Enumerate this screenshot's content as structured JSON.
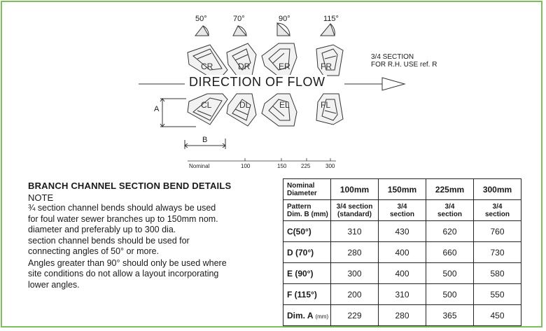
{
  "diagram": {
    "angles": [
      "50°",
      "70°",
      "90°",
      "115°"
    ],
    "right_pieces": [
      "CR",
      "DR",
      "ER",
      "FR"
    ],
    "left_pieces": [
      "CL",
      "DL",
      "EL",
      "FL"
    ],
    "flow_title": "DIRECTION OF FLOW",
    "section_note_line1": "3/4 SECTION",
    "section_note_line2": "FOR R.H. USE ref. R",
    "dim_a": "A",
    "dim_b": "B",
    "scale": [
      "Nominal",
      "100",
      "150",
      "225",
      "300"
    ]
  },
  "details": {
    "heading": "BRANCH CHANNEL SECTION BEND DETAILS",
    "note_label": "NOTE",
    "lines": [
      "¾ section channel bends should always be used",
      "for foul water sewer branches up to 150mm nom.",
      "diameter and preferably up to 300 dia.",
      "section channel bends should be used for",
      "connecting angles of 50° or more.",
      "Angles greater than 90° should only be used where",
      "site conditions do not allow a layout incorporating",
      "lower angles."
    ]
  },
  "table": {
    "header_label_1": "Nominal",
    "header_label_2": "Diameter",
    "columns": [
      "100mm",
      "150mm",
      "225mm",
      "300mm"
    ],
    "pattern_label_1": "Pattern",
    "pattern_label_2": "Dim. B (mm)",
    "pattern_values": [
      {
        "l1": "3/4 section",
        "l2": "(standard)"
      },
      {
        "l1": "3/4",
        "l2": "section"
      },
      {
        "l1": "3/4",
        "l2": "section"
      },
      {
        "l1": "3/4",
        "l2": "section"
      }
    ],
    "rows": [
      {
        "label": "C(50°)",
        "unit": "",
        "values": [
          "310",
          "430",
          "620",
          "760"
        ]
      },
      {
        "label": "D (70°)",
        "unit": "",
        "values": [
          "280",
          "400",
          "660",
          "730"
        ]
      },
      {
        "label": "E (90°)",
        "unit": "",
        "values": [
          "300",
          "400",
          "500",
          "580"
        ]
      },
      {
        "label": "F (115°)",
        "unit": "",
        "values": [
          "200",
          "310",
          "500",
          "550"
        ]
      },
      {
        "label": "Dim. A",
        "unit": "(mm)",
        "values": [
          "229",
          "280",
          "365",
          "450"
        ]
      }
    ]
  }
}
